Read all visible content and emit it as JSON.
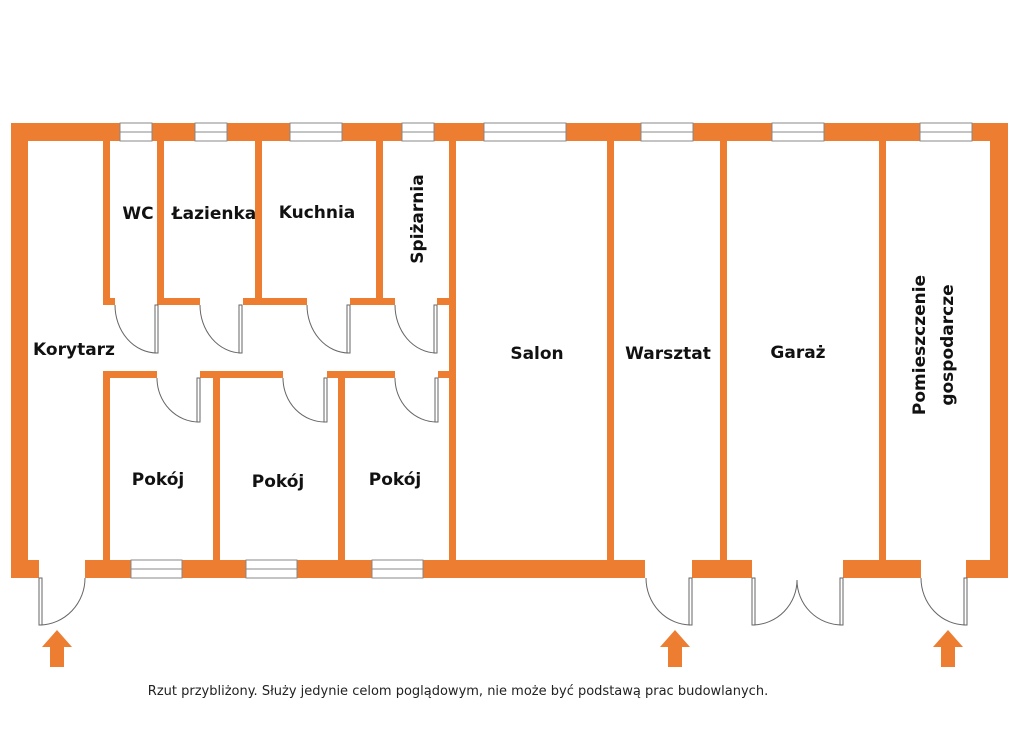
{
  "plan": {
    "wall_color": "#ED7D31",
    "rooms": {
      "wc": "WC",
      "lazienka": "Łazienka",
      "kuchnia": "Kuchnia",
      "spizarnia": "Spiżarnia",
      "korytarz": "Korytarz",
      "salon": "Salon",
      "warsztat": "Warsztat",
      "garaz": "Garaż",
      "pomieszczenie_line1": "Pomieszczenie",
      "pomieszczenie_line2": "gospodarcze",
      "pokoj1": "Pokój",
      "pokoj2": "Pokój",
      "pokoj3": "Pokój"
    }
  },
  "caption": "Rzut przybliżony. Służy jedynie celom poglądowym, nie może być podstawą prac budowlanych."
}
